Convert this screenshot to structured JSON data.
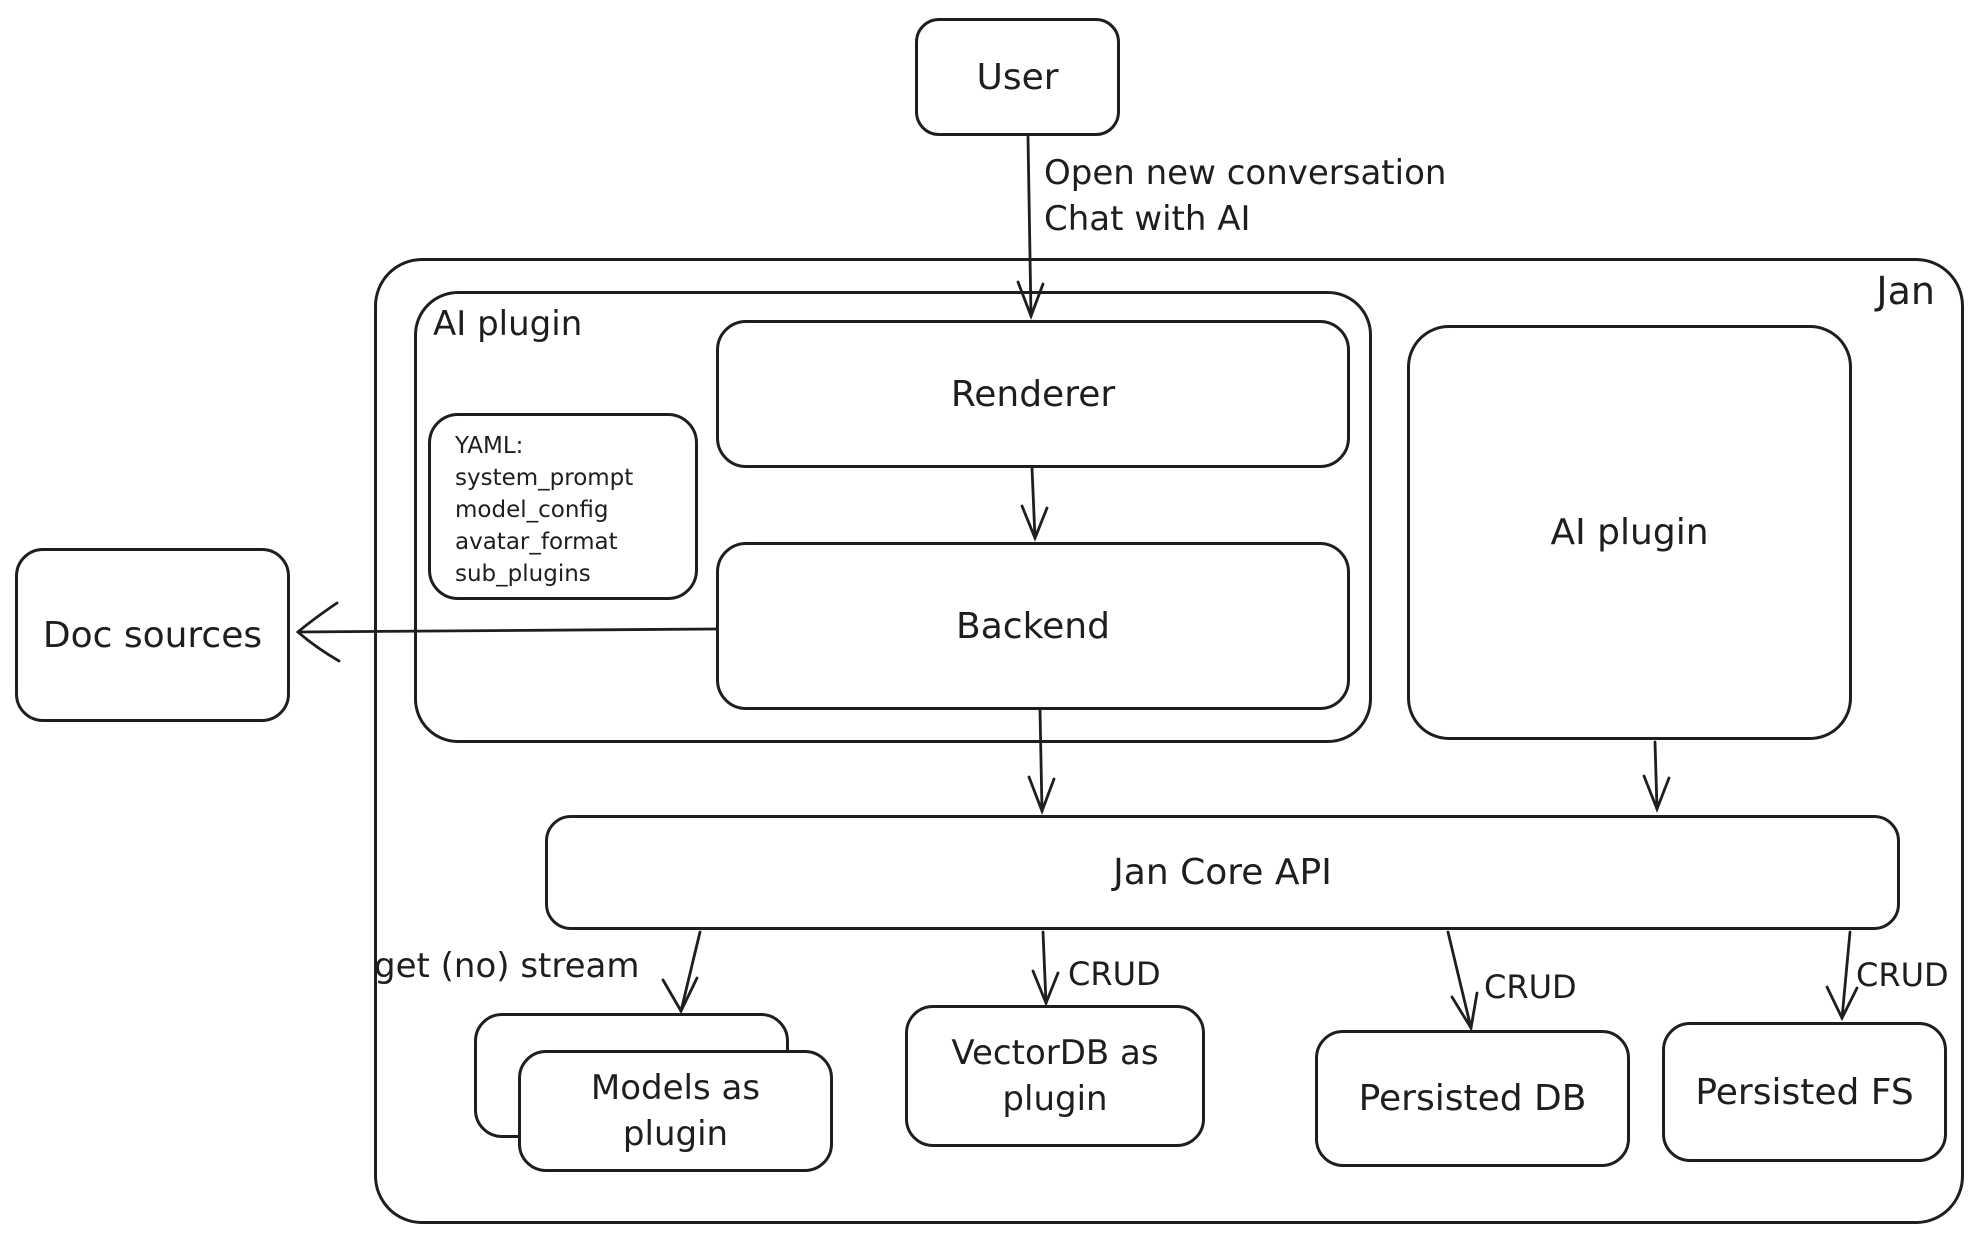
{
  "diagram": {
    "colors": {
      "ink": "#1e1e1e",
      "background": "#ffffff"
    },
    "nodes": {
      "user": {
        "label": "User"
      },
      "jan_container": {
        "label": "Jan"
      },
      "ai_plugin_left": {
        "label": "AI plugin"
      },
      "yaml_note": {
        "title": "YAML:",
        "lines": [
          "system_prompt",
          "model_config",
          "avatar_format",
          "sub_plugins"
        ]
      },
      "renderer": {
        "label": "Renderer"
      },
      "backend": {
        "label": "Backend"
      },
      "doc_sources": {
        "label": "Doc sources"
      },
      "ai_plugin_right": {
        "label": "AI plugin"
      },
      "jan_core_api": {
        "label": "Jan Core API"
      },
      "models_as_plugin": {
        "label": "Models as plugin"
      },
      "vectordb_as_plugin": {
        "label": "VectorDB as plugin"
      },
      "persisted_db": {
        "label": "Persisted DB"
      },
      "persisted_fs": {
        "label": "Persisted FS"
      }
    },
    "edges": {
      "user_to_renderer": {
        "label_line1": "Open new conversation",
        "label_line2": "Chat with AI"
      },
      "jan_core_to_models": {
        "label": "get (no) stream"
      },
      "jan_core_to_vectordb": {
        "label": "CRUD"
      },
      "jan_core_to_persisted_db": {
        "label": "CRUD"
      },
      "jan_core_to_persisted_fs": {
        "label": "CRUD"
      }
    }
  }
}
